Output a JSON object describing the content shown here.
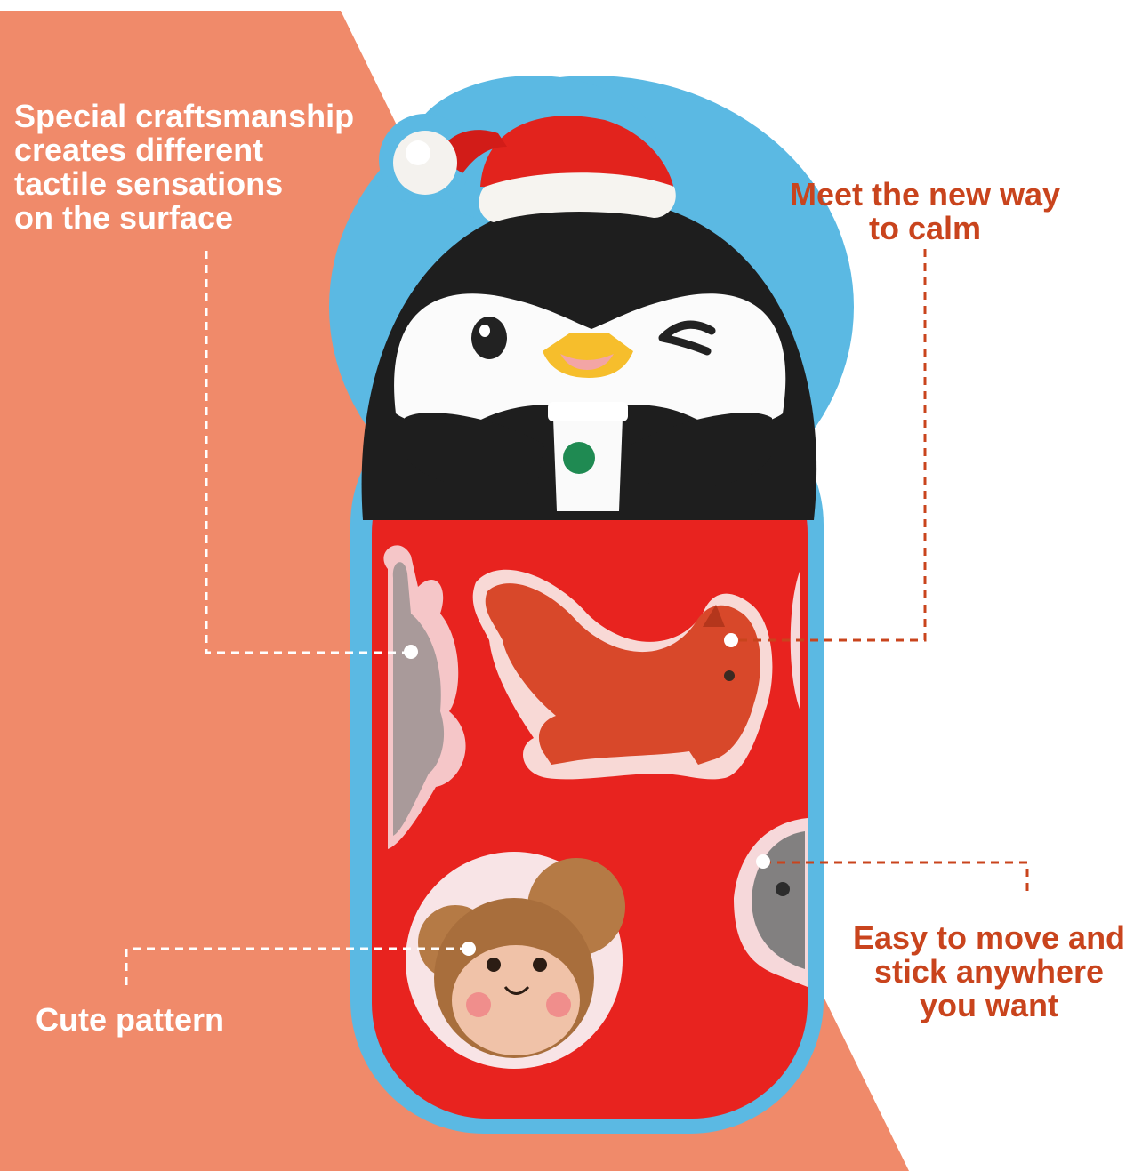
{
  "callouts": {
    "craftsmanship": [
      "Special craftsmanship",
      "creates different",
      "tactile sensations",
      "on the surface"
    ],
    "calm": [
      "Meet the new way",
      "to calm"
    ],
    "stick": [
      "Easy to move and",
      "stick anywhere",
      "you want"
    ],
    "pattern": [
      "Cute pattern"
    ]
  },
  "colors": {
    "background_panel": "#f08a6a",
    "outline": "#5bb9e3",
    "cup_red": "#e8231f",
    "lid_black": "#1e1e1e",
    "hat_red": "#e2231d",
    "text_light": "#ffffff",
    "text_dark": "#c9441d",
    "dashed_light": "#ffffff",
    "dashed_dark": "#c9441d"
  }
}
